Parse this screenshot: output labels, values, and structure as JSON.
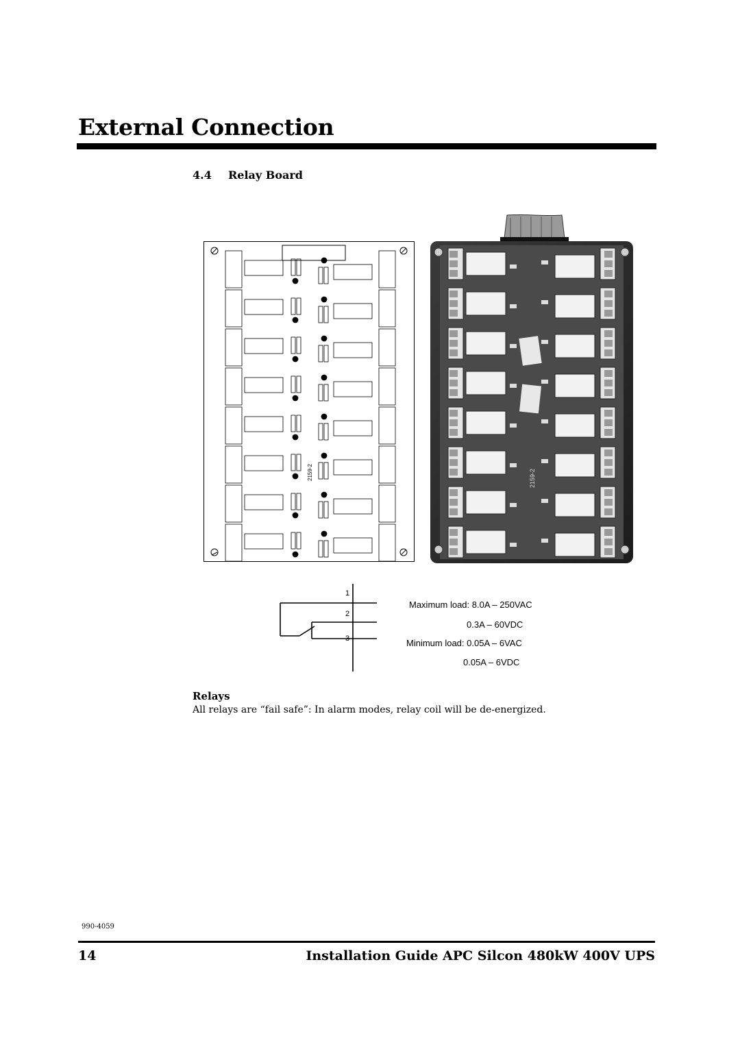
{
  "chapter": {
    "title": "External Connection"
  },
  "section": {
    "number": "4.4",
    "title": "Relay Board"
  },
  "schematic": {
    "board_label": "2159-2"
  },
  "photo": {
    "board_label": "2159-2"
  },
  "contact_diagram": {
    "terminals": [
      "1",
      "2",
      "3"
    ]
  },
  "load_specs": [
    "Maximum load: 8.0A – 250VAC",
    "0.3A – 60VDC",
    "Minimum load: 0.05A – 6VAC",
    "0.05A – 6VDC"
  ],
  "relays": {
    "heading": "Relays",
    "note": "All relays are “fail safe”: In alarm modes, relay coil will be de-energized."
  },
  "footer": {
    "doc_number": "990-4059",
    "page_number": "14",
    "guide_title": "Installation Guide APC Silcon 480kW 400V UPS"
  }
}
